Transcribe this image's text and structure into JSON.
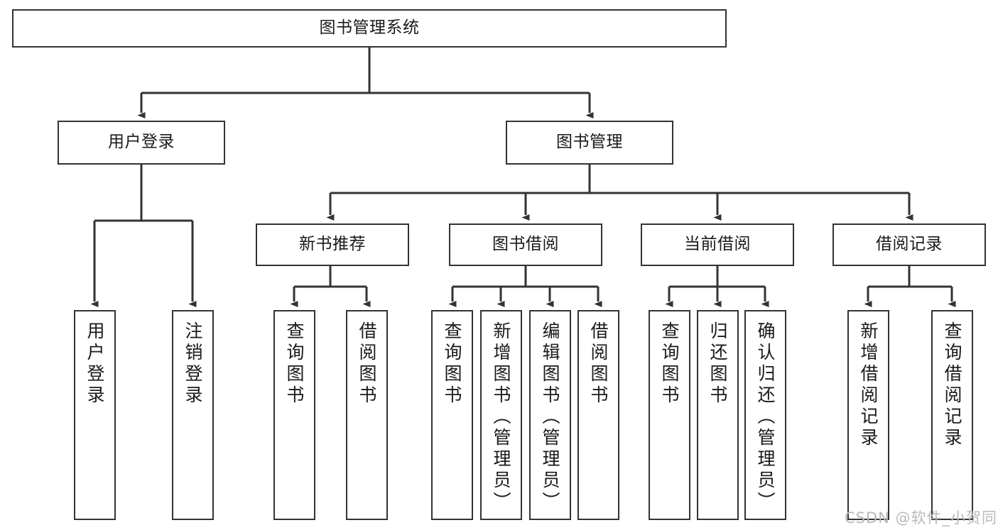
{
  "diagram": {
    "title": "图书管理系统",
    "type": "hierarchy-tree",
    "stroke_color": "#333333",
    "fill_color": "#ffffff",
    "text_color": "#1a1a1a",
    "watermark": "CSDN @软件_小贺同学",
    "levels": {
      "root": {
        "label": "图书管理系统"
      },
      "level2": [
        {
          "label": "用户登录"
        },
        {
          "label": "图书管理"
        }
      ],
      "level3": [
        {
          "label": "新书推荐"
        },
        {
          "label": "图书借阅"
        },
        {
          "label": "当前借阅"
        },
        {
          "label": "借阅记录"
        }
      ],
      "leaves": {
        "user_login": [
          {
            "label": "用户登录"
          },
          {
            "label": "注销登录"
          }
        ],
        "new_book_recommend": [
          {
            "label": "查询图书"
          },
          {
            "label": "借阅图书"
          }
        ],
        "book_borrow": [
          {
            "label": "查询图书"
          },
          {
            "label": "新增图书（管理员）"
          },
          {
            "label": "编辑图书（管理员）"
          },
          {
            "label": "借阅图书"
          }
        ],
        "current_borrow": [
          {
            "label": "查询图书"
          },
          {
            "label": "归还图书"
          },
          {
            "label": "确认归还（管理员）"
          }
        ],
        "borrow_record": [
          {
            "label": "新增借阅记录"
          },
          {
            "label": "查询借阅记录"
          }
        ]
      }
    }
  }
}
